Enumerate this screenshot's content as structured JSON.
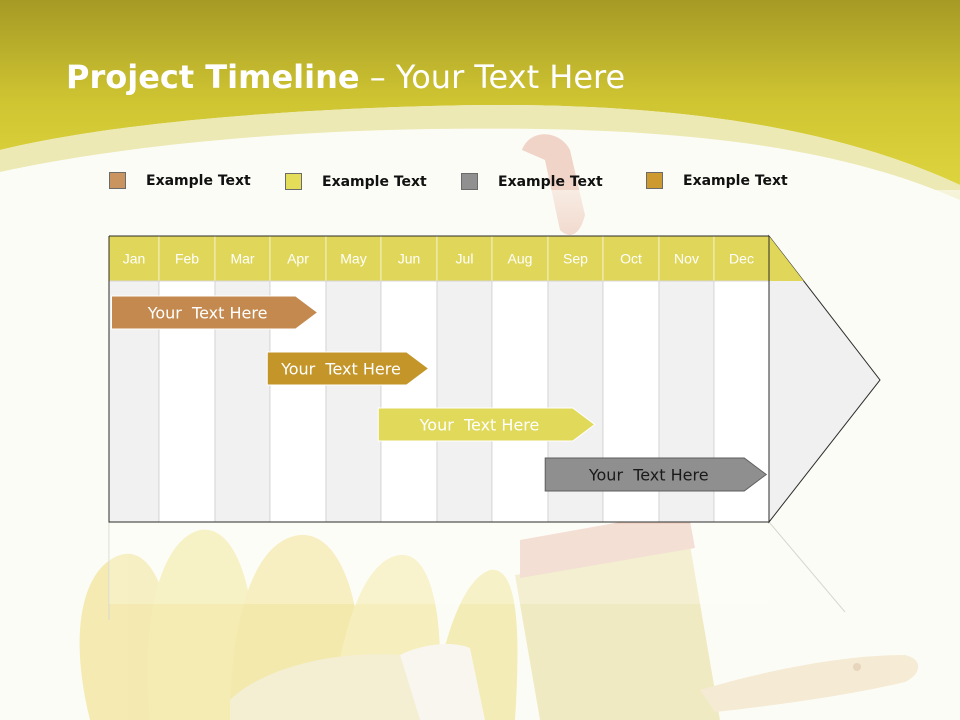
{
  "slide": {
    "title_bold": "Project Timeline",
    "title_rest": " – Your Text Here"
  },
  "legend": [
    {
      "label": "Example Text",
      "color": "#c99460"
    },
    {
      "label": "Example Text",
      "color": "#e3dd5a"
    },
    {
      "label": "Example Text",
      "color": "#909090"
    },
    {
      "label": "Example Text",
      "color": "#cc9a2e"
    }
  ],
  "timeline": {
    "months": [
      "Jan",
      "Feb",
      "Mar",
      "Apr",
      "May",
      "Jun",
      "Jul",
      "Aug",
      "Sep",
      "Oct",
      "Nov",
      "Dec"
    ],
    "header_color": "#e0d75a",
    "tasks": [
      {
        "label": "Your  Text Here",
        "start": 0.05,
        "end": 3.85,
        "color": "#c4894f",
        "text_color": "#ffffff"
      },
      {
        "label": "Your  Text Here",
        "start": 2.95,
        "end": 5.85,
        "color": "#c4962a",
        "text_color": "#ffffff"
      },
      {
        "label": "Your  Text Here",
        "start": 4.95,
        "end": 8.85,
        "color": "#e0d95a",
        "text_color": "#ffffff"
      },
      {
        "label": "Your  Text Here",
        "start": 7.95,
        "end": 11.95,
        "color": "#8f8f8f",
        "text_color": "#ffffff"
      }
    ]
  },
  "icons": {
    "background": "paint-brushes-and-gloves-icon"
  }
}
